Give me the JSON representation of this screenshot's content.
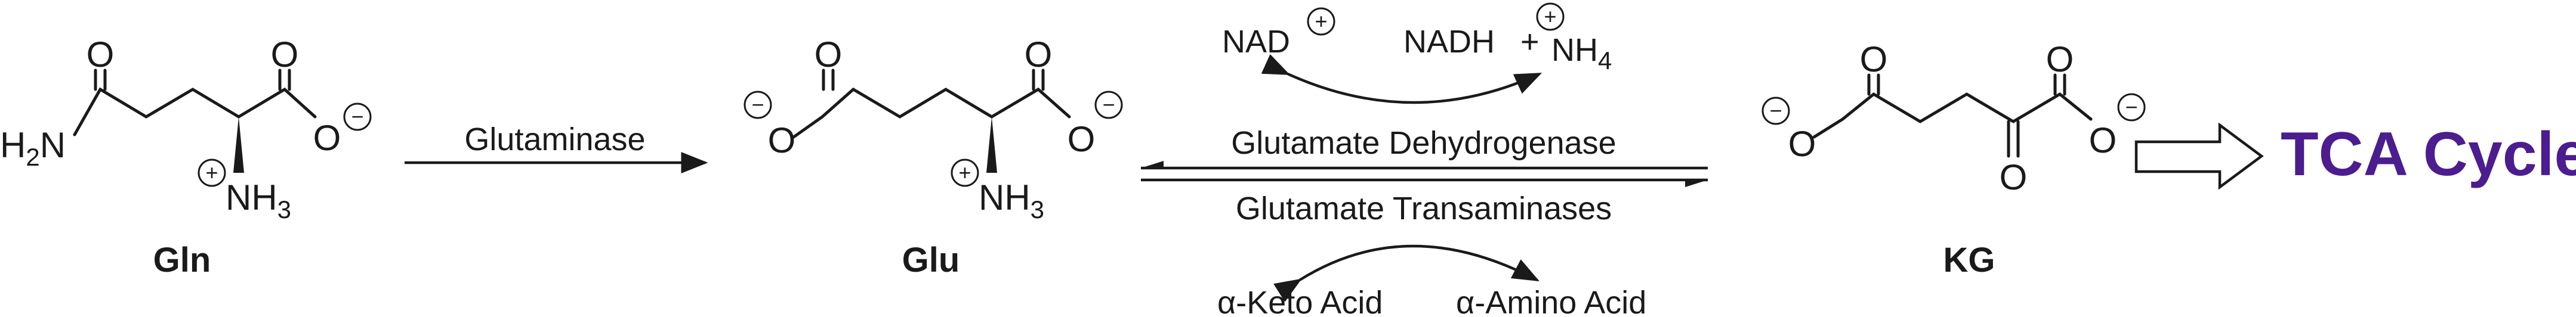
{
  "molecules": {
    "gln": {
      "name": "Gln",
      "amide_n": "H2N",
      "amide_o": "O",
      "acid_o": "O",
      "acid_o_minus": "O",
      "amine": "NH3"
    },
    "glu": {
      "name": "Glu",
      "left_o_minus": "O",
      "left_o": "O",
      "right_o": "O",
      "right_o_minus": "O",
      "amine": "NH3"
    },
    "kg": {
      "name": "KG",
      "left_o_minus": "O",
      "left_o": "O",
      "right_o": "O",
      "right_o_minus": "O",
      "keto_o": "O"
    }
  },
  "reactions": {
    "glutaminase": {
      "label": "Glutaminase"
    },
    "gdh": {
      "label": "Glutamate Dehydrogenase",
      "cofactor_in": "NAD",
      "cofactor_out": "NADH",
      "plus": "+",
      "ammonium": "NH",
      "ammonium_sub": "4"
    },
    "transaminase": {
      "label": "Glutamate Transaminases",
      "keto_acid": "α-Keto Acid",
      "amino_acid": "α-Amino Acid"
    }
  },
  "charges": {
    "positive": "+",
    "negative": "−"
  },
  "subscripts": {
    "h2": "2",
    "h3": "3"
  },
  "output": {
    "label": "TCA Cycle",
    "color": "#4b1d8f"
  }
}
